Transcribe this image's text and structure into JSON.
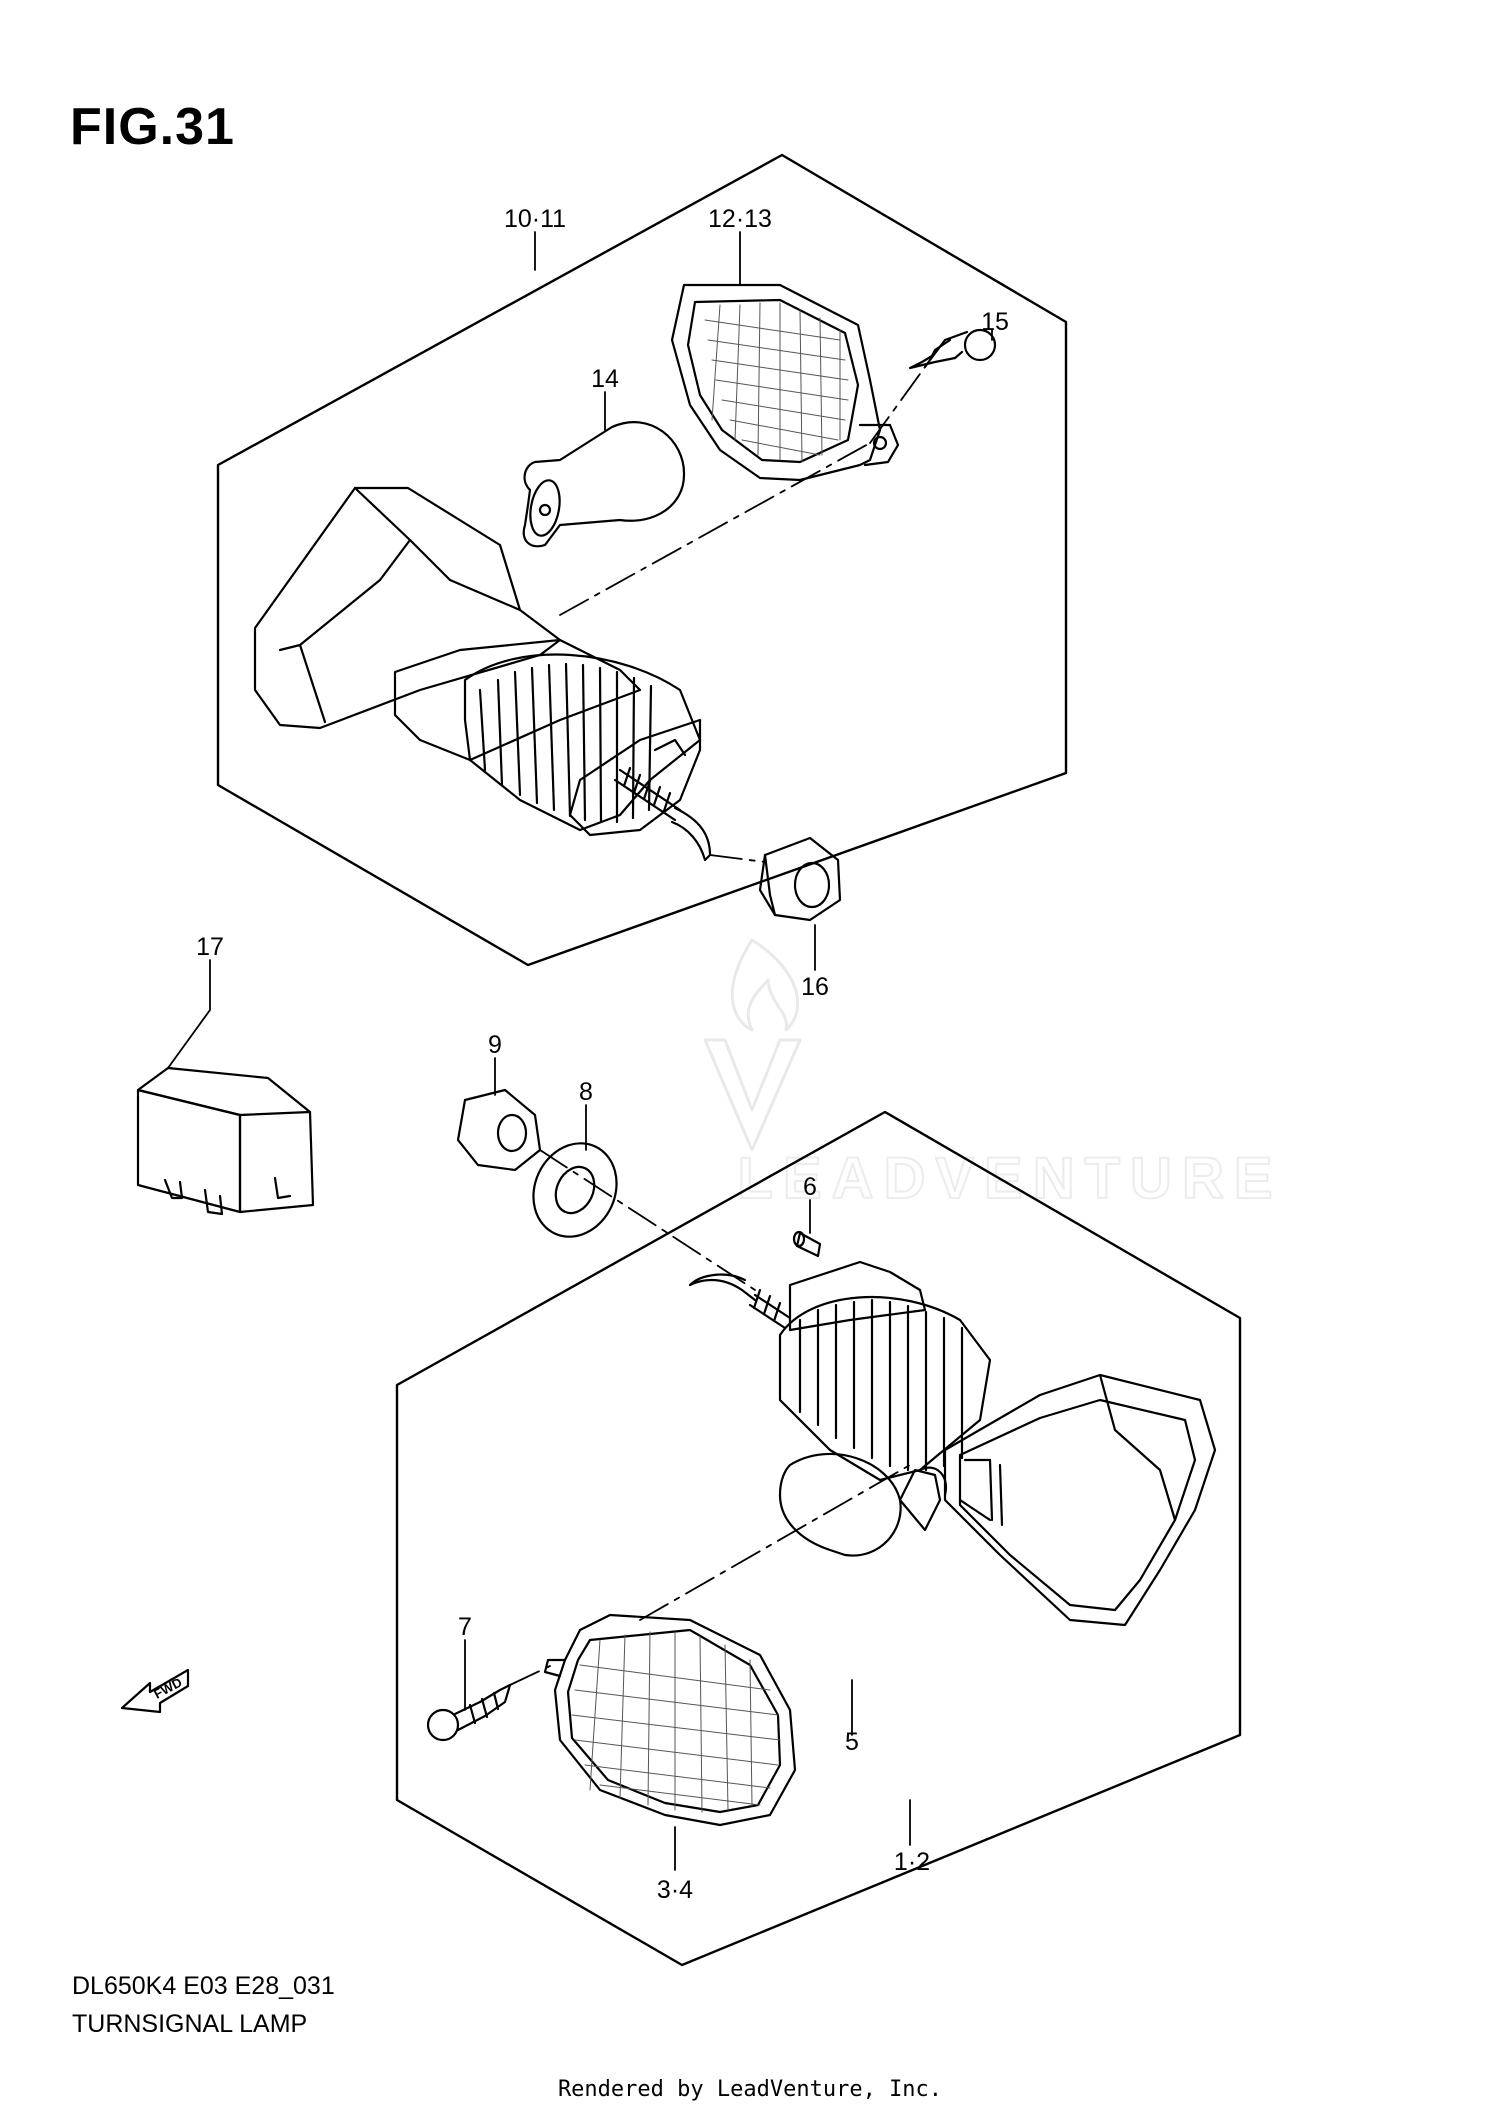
{
  "figure_label": "FIG.31",
  "part_callouts": [
    "10·11",
    "12·13",
    "15",
    "14",
    "16",
    "17",
    "9",
    "8",
    "6",
    "7",
    "5",
    "1·2",
    "3·4"
  ],
  "direction_arrow": "FWD",
  "watermark": "LEADVENTURE",
  "footer": {
    "code": "DL650K4 E03 E28_031",
    "title": "TURNSIGNAL LAMP"
  },
  "credit": "Rendered by LeadVenture, Inc."
}
